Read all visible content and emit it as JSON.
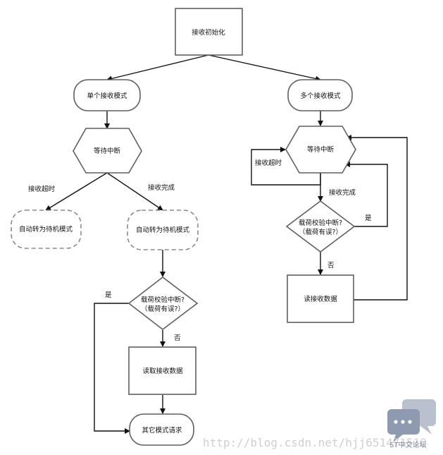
{
  "nodes": {
    "init": "接收初始化",
    "single": "单个接收模式",
    "multi": "多个接收模式",
    "wait_left": "等待中断",
    "wait_right": "等待中断",
    "standby_timeout": "自动转为待机模式",
    "standby_done": "自动转为待机模式",
    "check_left_l1": "载荷校验中断?",
    "check_left_l2": "（载荷有误?）",
    "check_right_l1": "载荷校验中断?",
    "check_right_l2": "（载荷有误?）",
    "read_left": "读取接收数据",
    "read_right": "读接收数据",
    "other": "其它模式请求"
  },
  "edges": {
    "timeout_left": "接收超时",
    "complete_left": "接收完成",
    "yes_left": "是",
    "no_left": "否",
    "timeout_right": "接收超时",
    "complete_right": "接收完成",
    "yes_right": "是",
    "no_right": "否"
  },
  "watermark": {
    "url": "http://blog.csdn.net/hjj651471510",
    "logo": "ST中文论坛"
  },
  "colors": {
    "stroke": "#5f5f5f",
    "arrow": "#111111",
    "node_fill": "#ffffff",
    "logo": "#8e9ab0"
  }
}
